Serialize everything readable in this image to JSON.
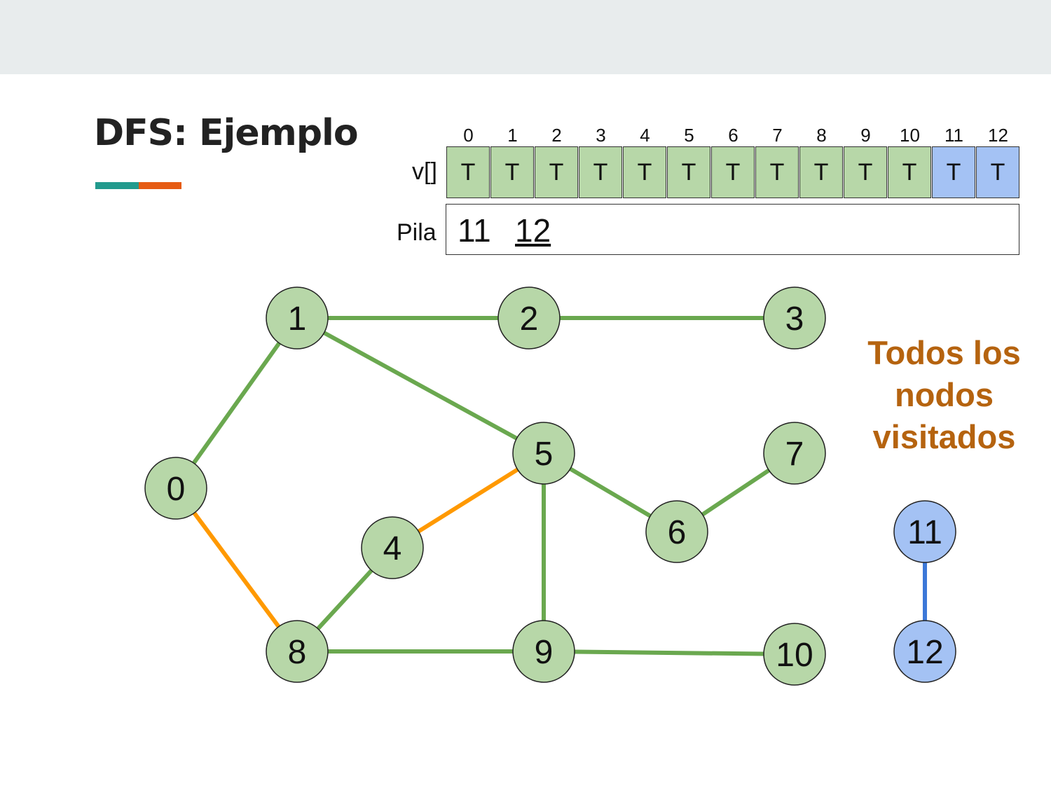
{
  "slide": {
    "title": "DFS: Ejemplo",
    "accent_colors": [
      "#229a8d",
      "#e65b13"
    ]
  },
  "visited_array": {
    "label": "v[]",
    "indices": [
      "0",
      "1",
      "2",
      "3",
      "4",
      "5",
      "6",
      "7",
      "8",
      "9",
      "10",
      "11",
      "12"
    ],
    "values": [
      "T",
      "T",
      "T",
      "T",
      "T",
      "T",
      "T",
      "T",
      "T",
      "T",
      "T",
      "T",
      "T"
    ],
    "highlighted": [
      11,
      12
    ]
  },
  "stack": {
    "label": "Pila",
    "items": [
      "11",
      "12"
    ],
    "underlined_item": "12"
  },
  "graph": {
    "nodes": [
      {
        "id": "0",
        "label": "0",
        "color": "green"
      },
      {
        "id": "1",
        "label": "1",
        "color": "green"
      },
      {
        "id": "2",
        "label": "2",
        "color": "green"
      },
      {
        "id": "3",
        "label": "3",
        "color": "green"
      },
      {
        "id": "4",
        "label": "4",
        "color": "green"
      },
      {
        "id": "5",
        "label": "5",
        "color": "green"
      },
      {
        "id": "6",
        "label": "6",
        "color": "green"
      },
      {
        "id": "7",
        "label": "7",
        "color": "green"
      },
      {
        "id": "8",
        "label": "8",
        "color": "green"
      },
      {
        "id": "9",
        "label": "9",
        "color": "green"
      },
      {
        "id": "10",
        "label": "10",
        "color": "green"
      },
      {
        "id": "11",
        "label": "11",
        "color": "blue"
      },
      {
        "id": "12",
        "label": "12",
        "color": "blue"
      }
    ],
    "edges": [
      {
        "from": "0",
        "to": "1",
        "color": "green"
      },
      {
        "from": "1",
        "to": "2",
        "color": "green"
      },
      {
        "from": "2",
        "to": "3",
        "color": "green"
      },
      {
        "from": "1",
        "to": "5",
        "color": "green"
      },
      {
        "from": "5",
        "to": "6",
        "color": "green"
      },
      {
        "from": "6",
        "to": "7",
        "color": "green"
      },
      {
        "from": "5",
        "to": "4",
        "color": "orange"
      },
      {
        "from": "5",
        "to": "9",
        "color": "green"
      },
      {
        "from": "0",
        "to": "8",
        "color": "orange"
      },
      {
        "from": "4",
        "to": "8",
        "color": "green"
      },
      {
        "from": "8",
        "to": "9",
        "color": "green"
      },
      {
        "from": "9",
        "to": "10",
        "color": "green"
      },
      {
        "from": "11",
        "to": "12",
        "color": "blue"
      }
    ]
  },
  "note": {
    "lines": [
      "Todos los",
      "nodos",
      "visitados"
    ],
    "color": "#b5630f"
  },
  "colors": {
    "node_green": "#b7d7a8",
    "node_blue": "#a4c2f4",
    "edge_green": "#6aa84f",
    "edge_orange": "#ff9900",
    "edge_blue": "#3c78d8",
    "cell_green": "#b7d7a8",
    "cell_blue": "#a4c2f4"
  }
}
